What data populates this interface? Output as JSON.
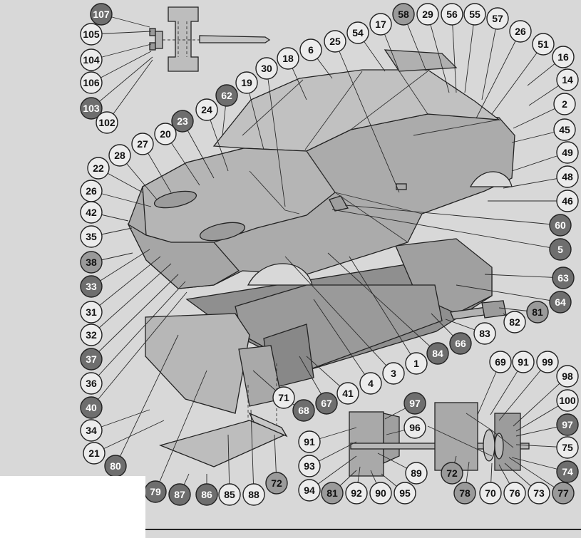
{
  "colors": {
    "paper": "#d8d8d8",
    "body_light": "#b9b9b9",
    "body_mid": "#a2a2a2",
    "body_dark": "#8c8c8c",
    "bubble_light": "#ececec",
    "bubble_dark": "#6e6e6e",
    "text_dark": "#111111",
    "text_light": "#ffffff"
  },
  "callouts": [
    {
      "label": "107",
      "tone": "dark"
    },
    {
      "label": "105",
      "tone": "light"
    },
    {
      "label": "104",
      "tone": "light"
    },
    {
      "label": "106",
      "tone": "light"
    },
    {
      "label": "103",
      "tone": "dark"
    },
    {
      "label": "102",
      "tone": "light"
    },
    {
      "label": "62",
      "tone": "dark"
    },
    {
      "label": "19",
      "tone": "light"
    },
    {
      "label": "30",
      "tone": "light"
    },
    {
      "label": "18",
      "tone": "light"
    },
    {
      "label": "6",
      "tone": "light"
    },
    {
      "label": "25",
      "tone": "light"
    },
    {
      "label": "54",
      "tone": "light"
    },
    {
      "label": "17",
      "tone": "light"
    },
    {
      "label": "58",
      "tone": "mid"
    },
    {
      "label": "29",
      "tone": "light"
    },
    {
      "label": "56",
      "tone": "light"
    },
    {
      "label": "55",
      "tone": "light"
    },
    {
      "label": "57",
      "tone": "light"
    },
    {
      "label": "26",
      "tone": "light"
    },
    {
      "label": "51",
      "tone": "light"
    },
    {
      "label": "16",
      "tone": "light"
    },
    {
      "label": "14",
      "tone": "light"
    },
    {
      "label": "2",
      "tone": "light"
    },
    {
      "label": "45",
      "tone": "light"
    },
    {
      "label": "49",
      "tone": "light"
    },
    {
      "label": "48",
      "tone": "light"
    },
    {
      "label": "46",
      "tone": "light"
    },
    {
      "label": "60",
      "tone": "dark"
    },
    {
      "label": "5",
      "tone": "dark"
    },
    {
      "label": "63",
      "tone": "dark"
    },
    {
      "label": "64",
      "tone": "dark"
    },
    {
      "label": "81",
      "tone": "mid"
    },
    {
      "label": "82",
      "tone": "light"
    },
    {
      "label": "83",
      "tone": "light"
    },
    {
      "label": "66",
      "tone": "dark"
    },
    {
      "label": "84",
      "tone": "dark"
    },
    {
      "label": "1",
      "tone": "light"
    },
    {
      "label": "3",
      "tone": "light"
    },
    {
      "label": "4",
      "tone": "light"
    },
    {
      "label": "41",
      "tone": "light"
    },
    {
      "label": "67",
      "tone": "dark"
    },
    {
      "label": "68",
      "tone": "dark"
    },
    {
      "label": "71",
      "tone": "light"
    },
    {
      "label": "23",
      "tone": "dark"
    },
    {
      "label": "24",
      "tone": "light"
    },
    {
      "label": "20",
      "tone": "light"
    },
    {
      "label": "27",
      "tone": "light"
    },
    {
      "label": "28",
      "tone": "light"
    },
    {
      "label": "22",
      "tone": "light"
    },
    {
      "label": "26",
      "tone": "light"
    },
    {
      "label": "42",
      "tone": "light"
    },
    {
      "label": "35",
      "tone": "light"
    },
    {
      "label": "38",
      "tone": "mid"
    },
    {
      "label": "33",
      "tone": "dark"
    },
    {
      "label": "31",
      "tone": "light"
    },
    {
      "label": "32",
      "tone": "light"
    },
    {
      "label": "37",
      "tone": "dark"
    },
    {
      "label": "36",
      "tone": "light"
    },
    {
      "label": "40",
      "tone": "dark"
    },
    {
      "label": "34",
      "tone": "light"
    },
    {
      "label": "21",
      "tone": "light"
    },
    {
      "label": "80",
      "tone": "dark"
    },
    {
      "label": "79",
      "tone": "dark"
    },
    {
      "label": "87",
      "tone": "dark"
    },
    {
      "label": "86",
      "tone": "dark"
    },
    {
      "label": "85",
      "tone": "light"
    },
    {
      "label": "88",
      "tone": "light"
    },
    {
      "label": "72",
      "tone": "mid"
    },
    {
      "label": "97",
      "tone": "dark"
    },
    {
      "label": "96",
      "tone": "light"
    },
    {
      "label": "91",
      "tone": "light"
    },
    {
      "label": "93",
      "tone": "light"
    },
    {
      "label": "94",
      "tone": "light"
    },
    {
      "label": "81",
      "tone": "mid"
    },
    {
      "label": "92",
      "tone": "light"
    },
    {
      "label": "90",
      "tone": "light"
    },
    {
      "label": "95",
      "tone": "light"
    },
    {
      "label": "89",
      "tone": "light"
    },
    {
      "label": "72",
      "tone": "mid"
    },
    {
      "label": "78",
      "tone": "mid"
    },
    {
      "label": "70",
      "tone": "light"
    },
    {
      "label": "76",
      "tone": "light"
    },
    {
      "label": "73",
      "tone": "light"
    },
    {
      "label": "77",
      "tone": "mid"
    },
    {
      "label": "69",
      "tone": "light"
    },
    {
      "label": "91",
      "tone": "light"
    },
    {
      "label": "99",
      "tone": "light"
    },
    {
      "label": "98",
      "tone": "light"
    },
    {
      "label": "100",
      "tone": "light"
    },
    {
      "label": "97",
      "tone": "dark"
    },
    {
      "label": "75",
      "tone": "light"
    },
    {
      "label": "74",
      "tone": "dark"
    }
  ]
}
